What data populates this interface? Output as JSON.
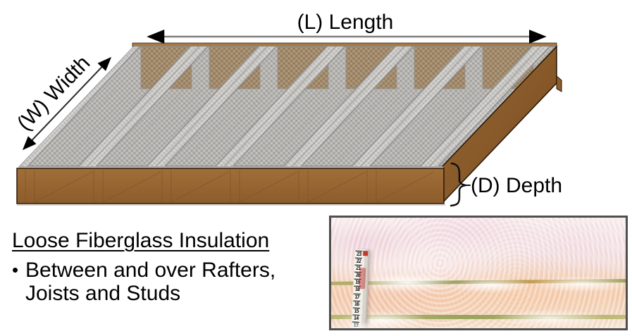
{
  "diagram": {
    "length_label": "(L) Length",
    "width_label": "(W) Width",
    "depth_label": "(D) Depth"
  },
  "content": {
    "heading": "Loose Fiberglass Insulation",
    "bullet_char": "•",
    "bullet_text": "Between and over Rafters, Joists and Studs"
  },
  "photo": {
    "ruler_numbers": [
      "23",
      "22",
      "21",
      "20",
      "19",
      "18",
      "17",
      "16",
      "15",
      "14",
      "13"
    ]
  },
  "colors": {
    "wood_brown": "#9c6b37",
    "wood_dark": "#7a5226",
    "wood_rim": "#a87a44",
    "deck_tan": "#a28a6c",
    "insul_gray": "#b6b4b1",
    "stripe_gray": "#cbc9c6",
    "arrow_gray": "#7f7f7f",
    "text_black": "#000000",
    "photo_border": "#4f4f4f",
    "joist_green": "#a8a763",
    "fluff_pink": "#f3cfb2",
    "ruler_red": "#c0392b"
  }
}
